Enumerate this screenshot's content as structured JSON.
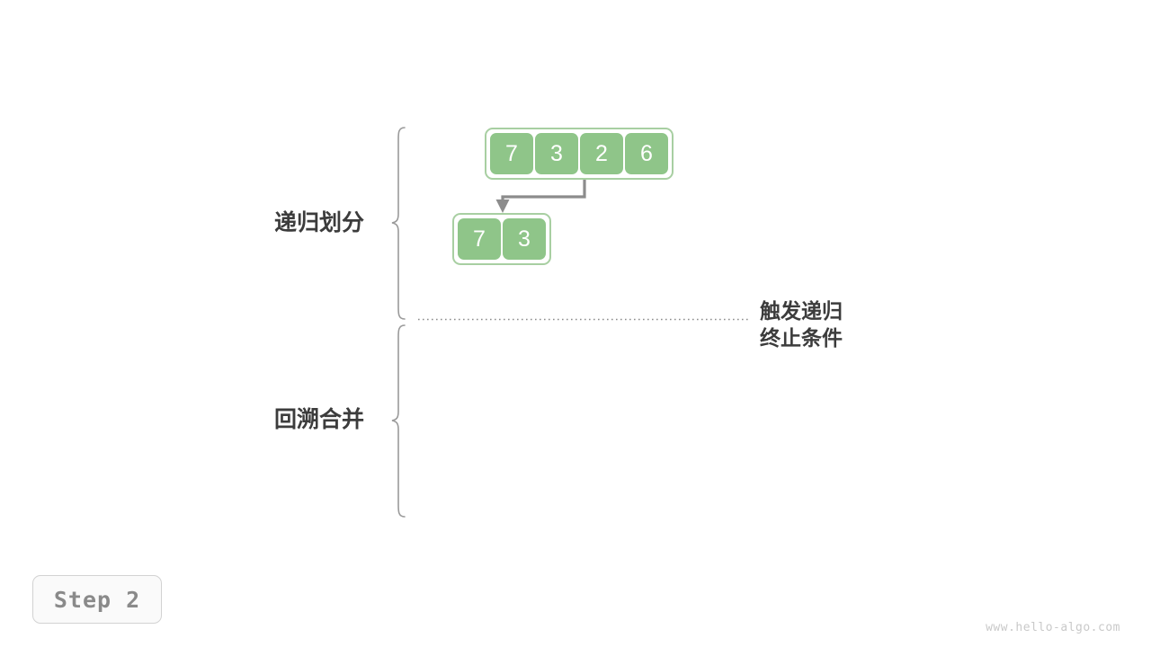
{
  "meta": {
    "background_color": "#ffffff",
    "title": "Merge Sort Recursive Divide Step 2"
  },
  "labels": {
    "divide": "递归划分",
    "merge": "回溯合并"
  },
  "annotation": {
    "line1": "触发递归",
    "line2": "终止条件"
  },
  "arrays": [
    {
      "id": "array-top",
      "name": "top-array",
      "values": [
        "7",
        "3",
        "2",
        "6"
      ]
    },
    {
      "id": "array-left",
      "name": "left-subarray",
      "values": [
        "7",
        "3"
      ]
    }
  ],
  "step_badge": {
    "label": "Step 2"
  },
  "watermark": {
    "text": "www.hello-algo.com"
  },
  "colors": {
    "cell_fill": "#8fc589",
    "cell_text": "#ffffff",
    "array_border": "#a8cfa2",
    "arrow": "#8c8c8c",
    "brace": "#9a9a9a",
    "dotted_line": "#8c8c8c",
    "label_text": "#3c3c3c",
    "badge_text": "#8a8a8a",
    "watermark_text": "#c9c9c9"
  }
}
